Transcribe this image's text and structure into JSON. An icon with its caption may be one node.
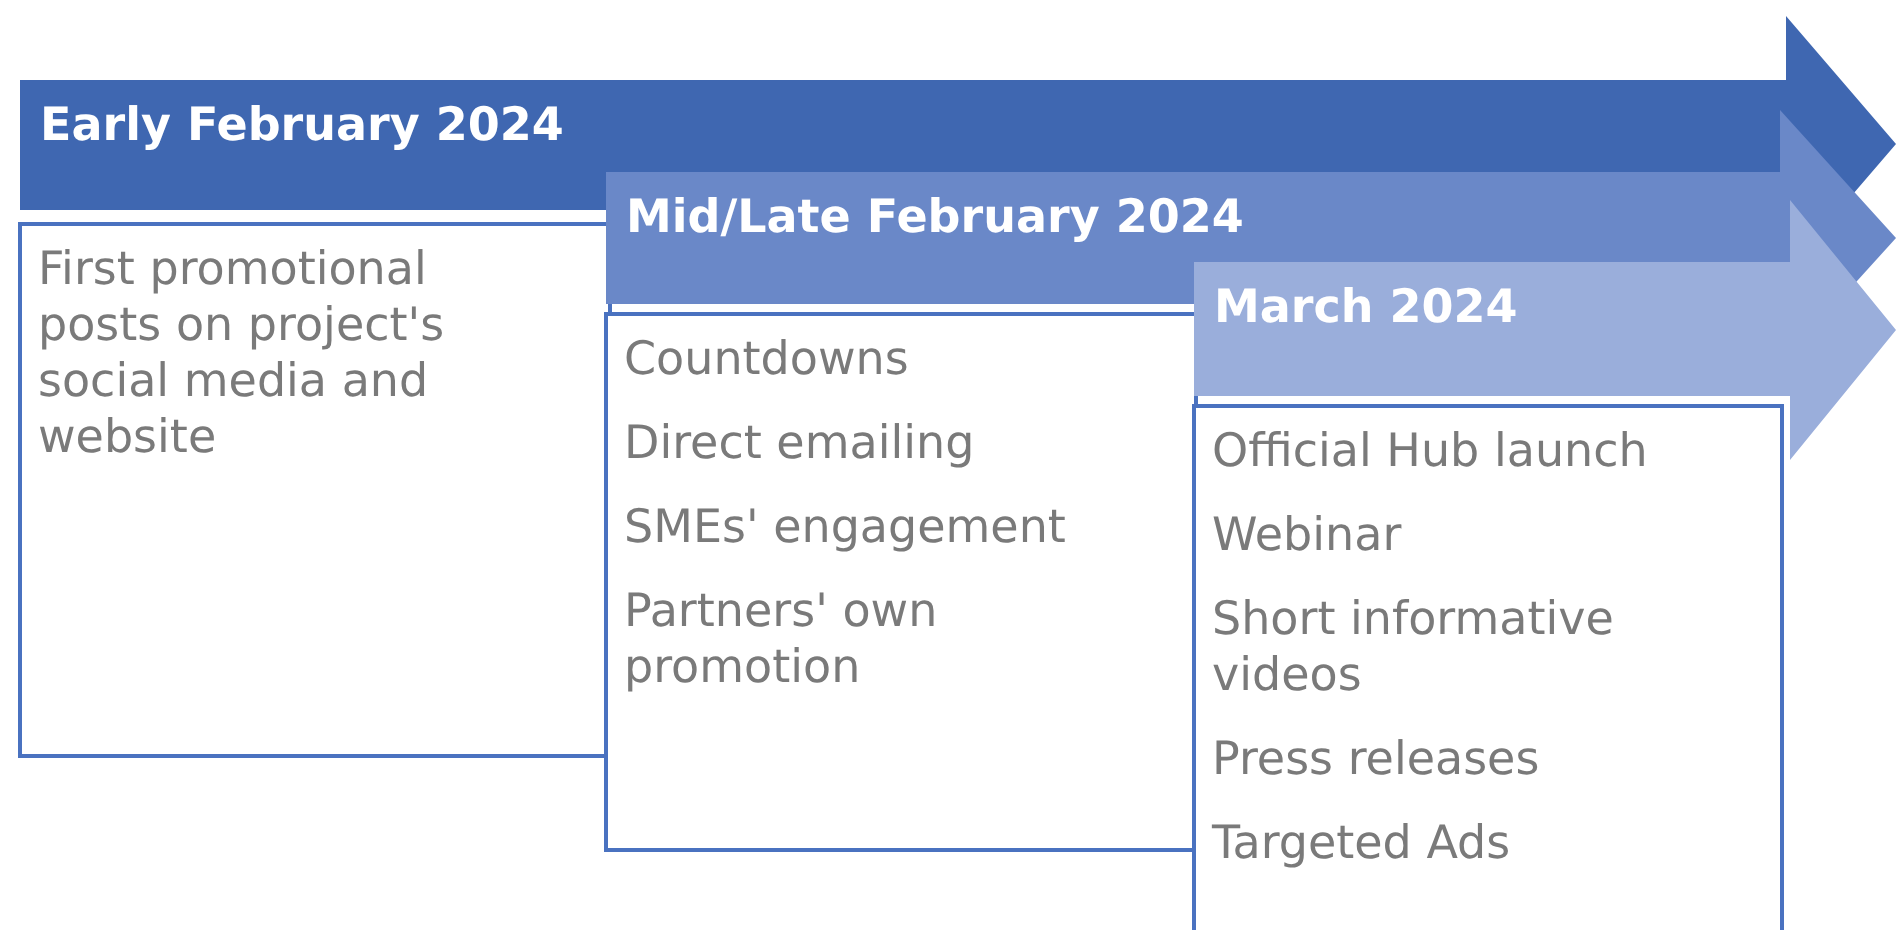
{
  "diagram": {
    "nodes": [
      {
        "text": [
          "Early February 2024"
        ]
      },
      {
        "text": [
          "First promotional posts on project's social media and website"
        ]
      },
      {
        "text": [
          "Mid/Late February 2024"
        ]
      },
      {
        "text": [
          "Countdowns",
          "Direct emailing",
          "SMEs' engagement",
          "Partners' own promotion"
        ]
      },
      {
        "text": [
          "March 2024"
        ]
      },
      {
        "text": [
          "Official Hub launch",
          "Webinar",
          "Short informative videos",
          "Press releases",
          "Targeted Ads"
        ]
      }
    ]
  }
}
